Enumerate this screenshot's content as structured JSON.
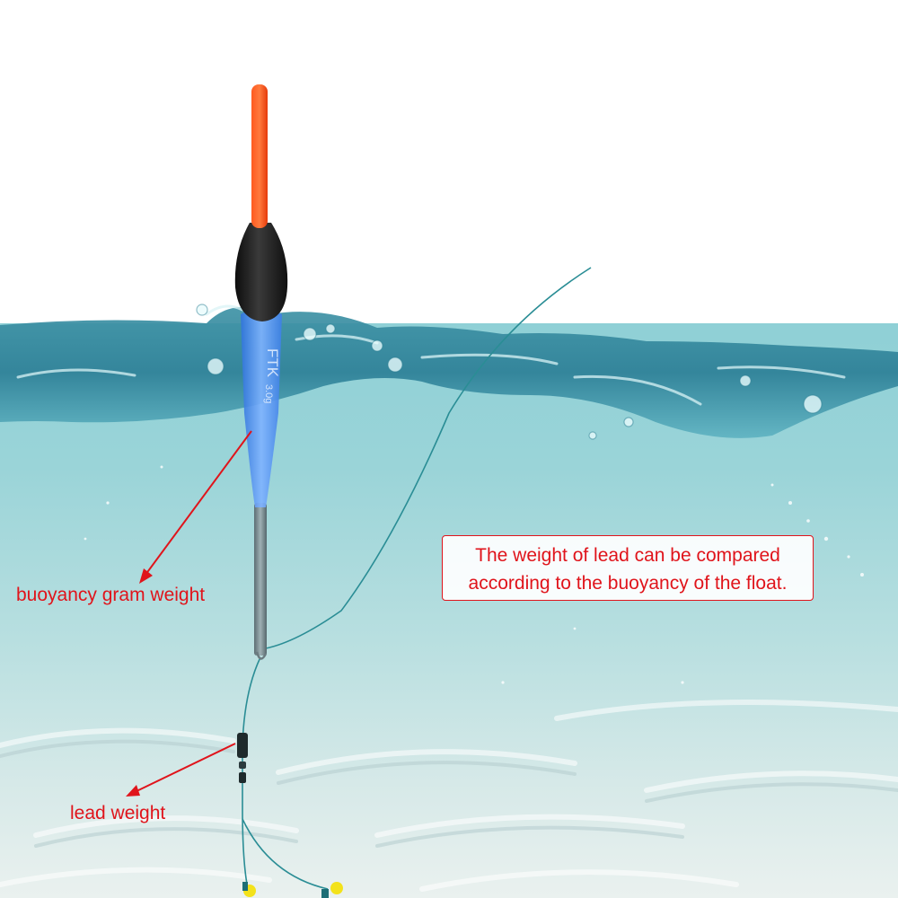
{
  "annotations": {
    "buoyancy_label": "buoyancy gram weight",
    "lead_label": "lead weight",
    "note_line1": "The weight of lead can be compared",
    "note_line2": "according to the buoyancy of the float."
  },
  "float": {
    "brand": "FTK",
    "gram": "3.0g"
  },
  "colors": {
    "annotation_red": "#e0141b",
    "float_tip_orange": "#ff4a12",
    "float_body_black": "#1b1b1b",
    "float_stem_blue": "#4d8ef0",
    "water": "#5fb6c4",
    "sand": "#e3ecea"
  }
}
